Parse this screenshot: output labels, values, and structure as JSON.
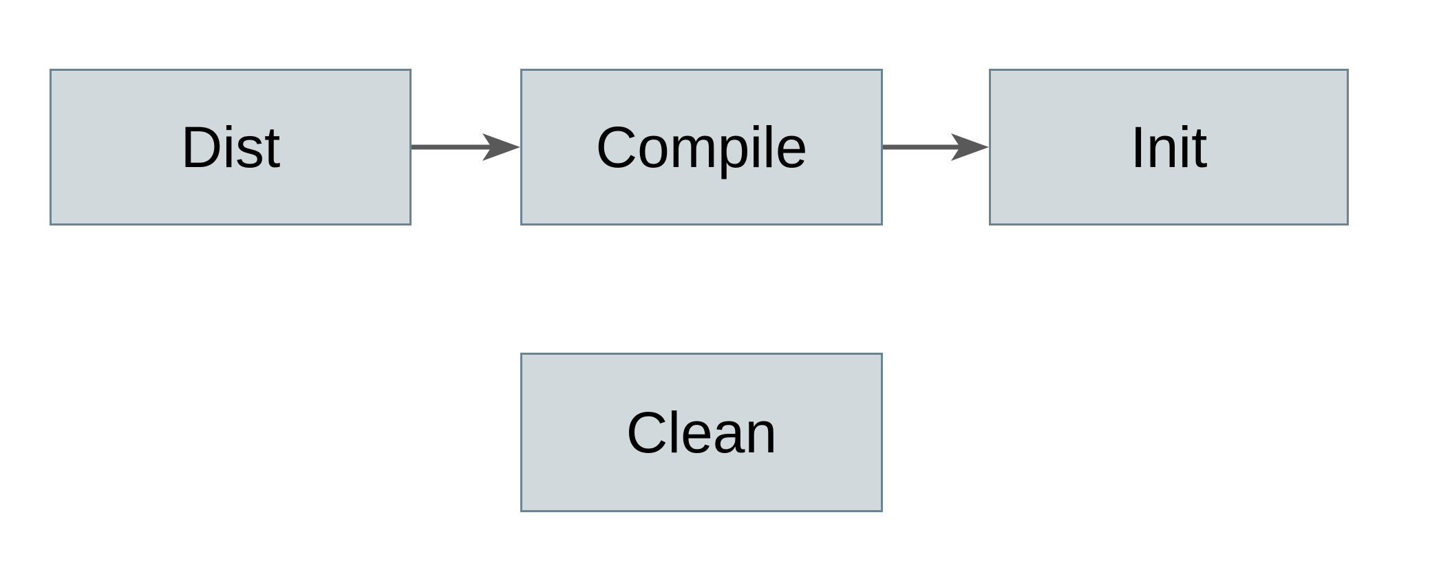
{
  "diagram": {
    "type": "flowchart",
    "colors": {
      "canvas_bg": "#ffffff",
      "node_fill": "#d2d9dc",
      "node_border": "#6b8492",
      "arrow_color": "#595959",
      "text_color": "#000000"
    },
    "nodes": [
      {
        "id": "dist",
        "label": "Dist"
      },
      {
        "id": "compile",
        "label": "Compile"
      },
      {
        "id": "init",
        "label": "Init"
      },
      {
        "id": "clean",
        "label": "Clean"
      }
    ],
    "edges": [
      {
        "from": "Dist",
        "to": "Compile",
        "style": "arrow-right"
      },
      {
        "from": "Compile",
        "to": "Init",
        "style": "arrow-right"
      }
    ]
  }
}
